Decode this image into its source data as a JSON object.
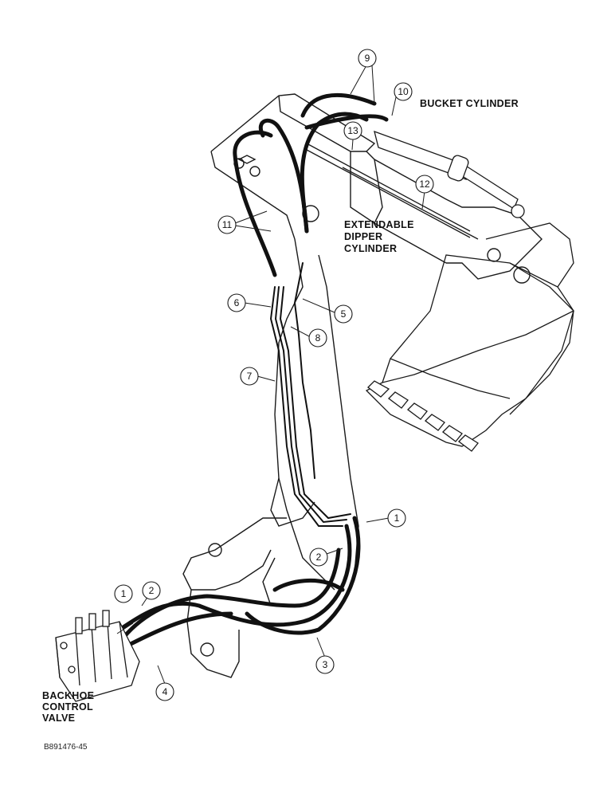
{
  "labels": {
    "bucket_cylinder": "BUCKET CYLINDER",
    "extendable_dipper_line1": "EXTENDABLE",
    "extendable_dipper_line2": "DIPPER",
    "extendable_dipper_line3": "CYLINDER",
    "backhoe_line1": "BACKHOE",
    "backhoe_line2": "CONTROL",
    "backhoe_line3": "VALVE"
  },
  "callouts": [
    "1",
    "2",
    "3",
    "4",
    "5",
    "6",
    "7",
    "8",
    "9",
    "10",
    "11",
    "12",
    "13"
  ],
  "figure_id": "B891476-45"
}
